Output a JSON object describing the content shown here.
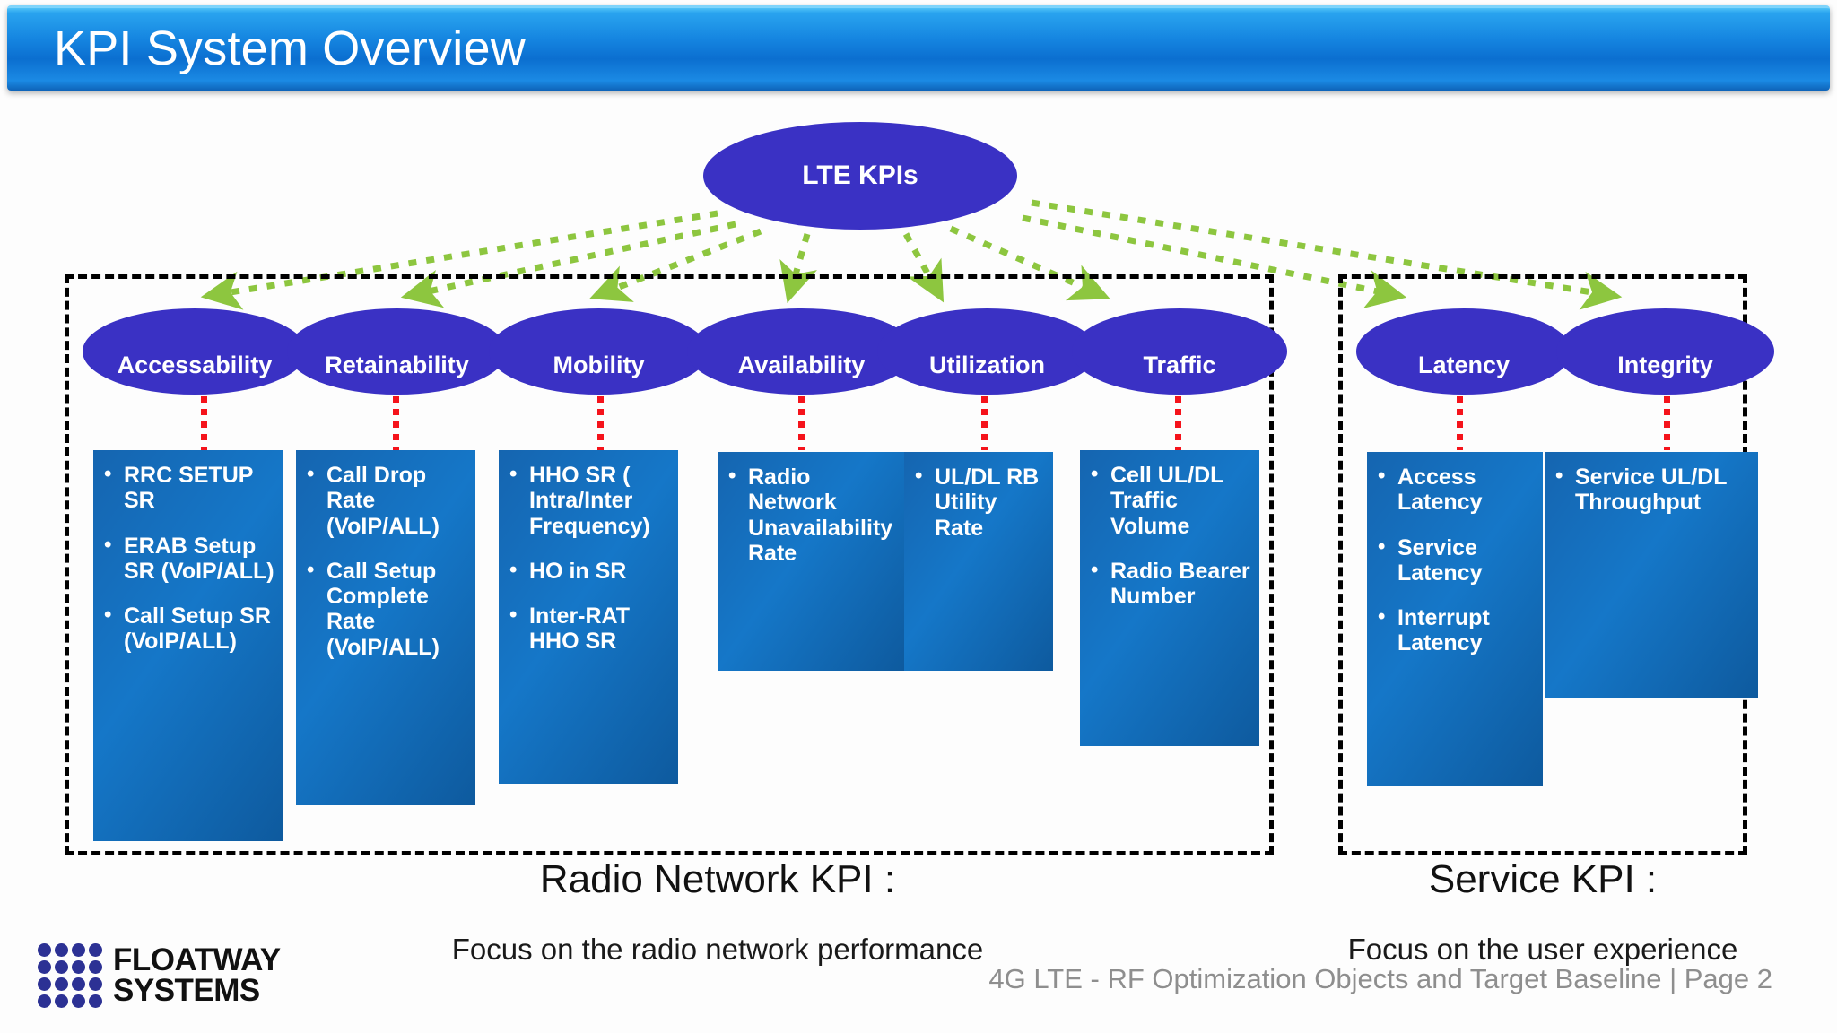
{
  "slide": {
    "title": "KPI System Overview",
    "title_bar_color": "#0b6fd0"
  },
  "diagram": {
    "root": {
      "label": "LTE KPIs",
      "color": "#3a31c4"
    },
    "arrow_color": "#8dc63f",
    "connector_color": "#f5131b",
    "box_color": "#1577c8",
    "categories": [
      {
        "id": "accessability",
        "label": "Accessability",
        "items": [
          "RRC SETUP SR",
          "ERAB Setup SR (VoIP/ALL)",
          "Call Setup SR (VoIP/ALL)"
        ]
      },
      {
        "id": "retainability",
        "label": "Retainability",
        "items": [
          "Call Drop Rate (VoIP/ALL)",
          "Call Setup Complete Rate (VoIP/ALL)"
        ]
      },
      {
        "id": "mobility",
        "label": "Mobility",
        "items": [
          "HHO SR ( Intra/Inter Frequency)",
          "HO in SR",
          "Inter-RAT HHO SR"
        ]
      },
      {
        "id": "availability",
        "label": "Availability",
        "items": [
          "Radio Network Unavailability Rate"
        ]
      },
      {
        "id": "utilization",
        "label": "Utilization",
        "items": [
          "UL/DL RB Utility Rate"
        ]
      },
      {
        "id": "traffic",
        "label": "Traffic",
        "items": [
          "Cell UL/DL Traffic Volume",
          "Radio Bearer Number"
        ]
      },
      {
        "id": "latency",
        "label": "Latency",
        "items": [
          "Access Latency",
          "Service Latency",
          "Interrupt Latency"
        ]
      },
      {
        "id": "integrity",
        "label": "Integrity",
        "items": [
          "Service UL/DL Throughput"
        ]
      }
    ],
    "groups": [
      {
        "id": "radio-network-kpi",
        "title": "Radio Network KPI :",
        "subtitle": "Focus on the radio network performance"
      },
      {
        "id": "service-kpi",
        "title": "Service KPI :",
        "subtitle": "Focus on the user experience"
      }
    ]
  },
  "footer": {
    "logo_line1": "FLOATWAY",
    "logo_line2": "SYSTEMS",
    "note": "4G LTE - RF Optimization Objects and Target Baseline | Page 2"
  }
}
